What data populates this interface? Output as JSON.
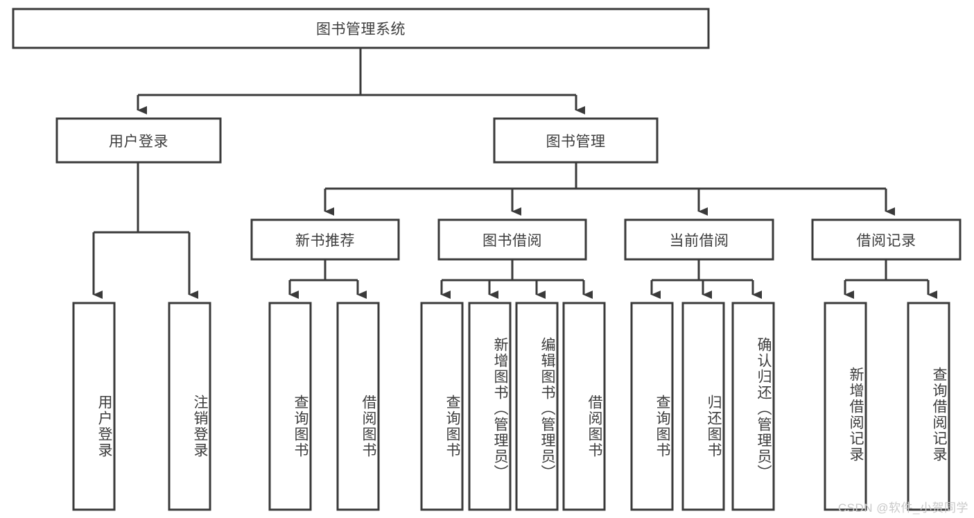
{
  "diagram": {
    "title": "图书管理系统",
    "type": "tree-hierarchy-diagram",
    "colors": {
      "stroke": "#3a3a3a",
      "fill": "#ffffff",
      "text": "#3c3c3c",
      "watermark": "#c9c9c9",
      "background": "#ffffff"
    },
    "root": {
      "label": "图书管理系统",
      "orientation": "horizontal"
    },
    "level2": [
      {
        "label": "用户登录",
        "orientation": "horizontal"
      },
      {
        "label": "图书管理",
        "orientation": "horizontal"
      }
    ],
    "level3": [
      {
        "label": "新书推荐",
        "orientation": "horizontal"
      },
      {
        "label": "图书借阅",
        "orientation": "horizontal"
      },
      {
        "label": "当前借阅",
        "orientation": "horizontal"
      },
      {
        "label": "借阅记录",
        "orientation": "horizontal"
      }
    ],
    "leaves": {
      "user_login": [
        {
          "label": "用户登录",
          "orientation": "vertical"
        },
        {
          "label": "注销登录",
          "orientation": "vertical"
        }
      ],
      "new_book_recommend": [
        {
          "label": "查询图书",
          "orientation": "vertical"
        },
        {
          "label": "借阅图书",
          "orientation": "vertical"
        }
      ],
      "book_borrow": [
        {
          "label": "查询图书",
          "orientation": "vertical"
        },
        {
          "label": "新增图书（管理员）",
          "orientation": "vertical"
        },
        {
          "label": "编辑图书（管理员）",
          "orientation": "vertical"
        },
        {
          "label": "借阅图书",
          "orientation": "vertical"
        }
      ],
      "current_borrow": [
        {
          "label": "查询图书",
          "orientation": "vertical"
        },
        {
          "label": "归还图书",
          "orientation": "vertical"
        },
        {
          "label": "确认归还（管理员）",
          "orientation": "vertical"
        }
      ],
      "borrow_record": [
        {
          "label": "新增借阅记录",
          "orientation": "vertical"
        },
        {
          "label": "查询借阅记录",
          "orientation": "vertical"
        }
      ]
    }
  },
  "watermark": {
    "text": "CSDN @软件_小贺同学"
  }
}
